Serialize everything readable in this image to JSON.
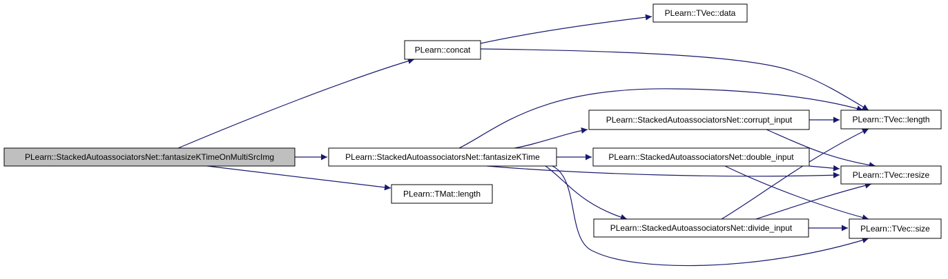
{
  "colors": {
    "edge": "#191970",
    "node_fill": "#ffffff",
    "node_highlight_fill": "#bfbfbf",
    "node_border": "#000000"
  },
  "nodes": [
    {
      "id": "fantasizeKTimeOnMultiSrcImg",
      "label": "PLearn::StackedAutoassociatorsNet::fantasizeKTimeOnMultiSrcImg",
      "highlight": true
    },
    {
      "id": "concat",
      "label": "PLearn::concat",
      "highlight": false
    },
    {
      "id": "fantasizeKTime",
      "label": "PLearn::StackedAutoassociatorsNet::fantasizeKTime",
      "highlight": false
    },
    {
      "id": "tmat_length",
      "label": "PLearn::TMat::length",
      "highlight": false
    },
    {
      "id": "tvec_data",
      "label": "PLearn::TVec::data",
      "highlight": false
    },
    {
      "id": "corrupt_input",
      "label": "PLearn::StackedAutoassociatorsNet::corrupt_input",
      "highlight": false
    },
    {
      "id": "double_input",
      "label": "PLearn::StackedAutoassociatorsNet::double_input",
      "highlight": false
    },
    {
      "id": "divide_input",
      "label": "PLearn::StackedAutoassociatorsNet::divide_input",
      "highlight": false
    },
    {
      "id": "tvec_length",
      "label": "PLearn::TVec::length",
      "highlight": false
    },
    {
      "id": "tvec_resize",
      "label": "PLearn::TVec::resize",
      "highlight": false
    },
    {
      "id": "tvec_size",
      "label": "PLearn::TVec::size",
      "highlight": false
    }
  ],
  "edges": [
    {
      "from": "fantasizeKTimeOnMultiSrcImg",
      "to": "concat"
    },
    {
      "from": "fantasizeKTimeOnMultiSrcImg",
      "to": "fantasizeKTime"
    },
    {
      "from": "fantasizeKTimeOnMultiSrcImg",
      "to": "tmat_length"
    },
    {
      "from": "concat",
      "to": "tvec_data"
    },
    {
      "from": "concat",
      "to": "tvec_length"
    },
    {
      "from": "fantasizeKTime",
      "to": "tvec_length"
    },
    {
      "from": "fantasizeKTime",
      "to": "corrupt_input"
    },
    {
      "from": "fantasizeKTime",
      "to": "double_input"
    },
    {
      "from": "fantasizeKTime",
      "to": "tvec_resize"
    },
    {
      "from": "fantasizeKTime",
      "to": "divide_input"
    },
    {
      "from": "fantasizeKTime",
      "to": "tvec_size"
    },
    {
      "from": "corrupt_input",
      "to": "tvec_length"
    },
    {
      "from": "corrupt_input",
      "to": "tvec_resize"
    },
    {
      "from": "double_input",
      "to": "tvec_resize"
    },
    {
      "from": "double_input",
      "to": "tvec_size"
    },
    {
      "from": "divide_input",
      "to": "tvec_length"
    },
    {
      "from": "divide_input",
      "to": "tvec_resize"
    },
    {
      "from": "divide_input",
      "to": "tvec_size"
    }
  ]
}
